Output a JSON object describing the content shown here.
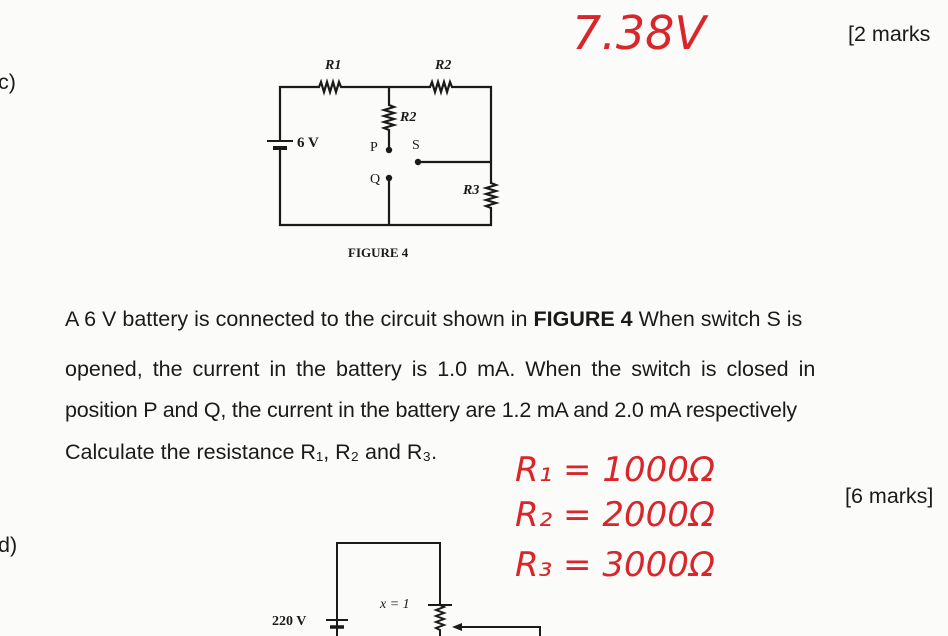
{
  "question_c": {
    "label": "c)",
    "prev_marks": "[2 marks",
    "handwritten_prev_answer": "7.38V",
    "figure": {
      "caption": "FIGURE 4",
      "battery_label": "6 V",
      "r1_label": "R1",
      "r2_top_label": "R2",
      "r2_mid_label": "R2",
      "r3_label": "R3",
      "p_label": "P",
      "q_label": "Q",
      "s_label": "S"
    },
    "lines": {
      "l1_a": "A 6 V battery is connected to the circuit shown in ",
      "l1_b": "FIGURE 4",
      "l1_c": " When switch S is",
      "l2": "opened, the current in the battery is 1.0 mA. When the switch is closed in",
      "l3": "position P and Q, the current in the battery are 1.2 mA and 2.0 mA respectively",
      "l4": "Calculate the resistance R₁, R₂ and R₃."
    },
    "marks": "[6 marks]",
    "handwritten_answers": [
      "R₁ = 1000Ω",
      "R₂ = 2000Ω",
      "R₃ = 3000Ω"
    ]
  },
  "question_d": {
    "label": "d)",
    "battery_label": "220 V",
    "x_label": "x = 1"
  },
  "colors": {
    "ink": "#1a1a1a",
    "handwriting": "#d8262a"
  }
}
